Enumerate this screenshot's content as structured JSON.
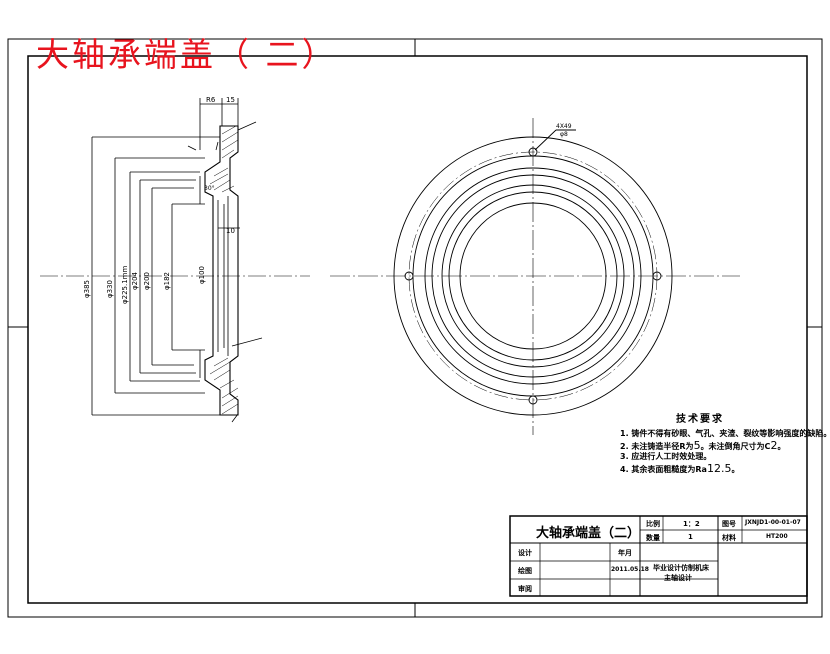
{
  "sheet": {
    "title_red": "大轴承端盖（ 二）"
  },
  "section_view": {
    "dims": {
      "top_a": "R6",
      "top_b": "15",
      "dia_385": "φ385",
      "dia_330": "φ330",
      "dia_225": "φ225.1mm",
      "dia_204": "φ204",
      "dia_200": "φ200",
      "dia_182": "φ182",
      "dia_100": "φ100",
      "gap_10": "10",
      "angle_30": "30°"
    }
  },
  "front_view": {
    "hole_note_line1": "4X49",
    "hole_note_line2": "φ8"
  },
  "tech_requirements": {
    "title": "技术要求",
    "items": [
      {
        "text": "1. 铸件不得有砂眼、气孔、夹渣、裂纹等影响强度的缺陷。",
        "big": ""
      },
      {
        "text": "2. 未注铸造半径R为",
        "big": "5",
        "suffix": "。未注倒角尺寸为C",
        "big2": "2",
        "end": "。"
      },
      {
        "text": "3. 应进行人工时效处理。",
        "big": ""
      },
      {
        "text": "4. 其余表面粗糙度为Ra",
        "big": "12.5",
        "end": "。"
      }
    ]
  },
  "title_block": {
    "part_name": "大轴承端盖（二）",
    "scale_label": "比例",
    "scale_value": "1：2",
    "drawing_no_label": "图号",
    "drawing_no": "JXNJD1-00-01-07",
    "qty_label": "数量",
    "qty_value": "1",
    "material_label": "材料",
    "material_value": "HT200",
    "designer_label": "设计",
    "date_label": "年月",
    "drafter_label": "绘图",
    "date_value": "2011.05.18",
    "reviewer_label": "审阅",
    "org_line1": "毕业设计仿制机床",
    "org_line2": "主轴设计"
  }
}
